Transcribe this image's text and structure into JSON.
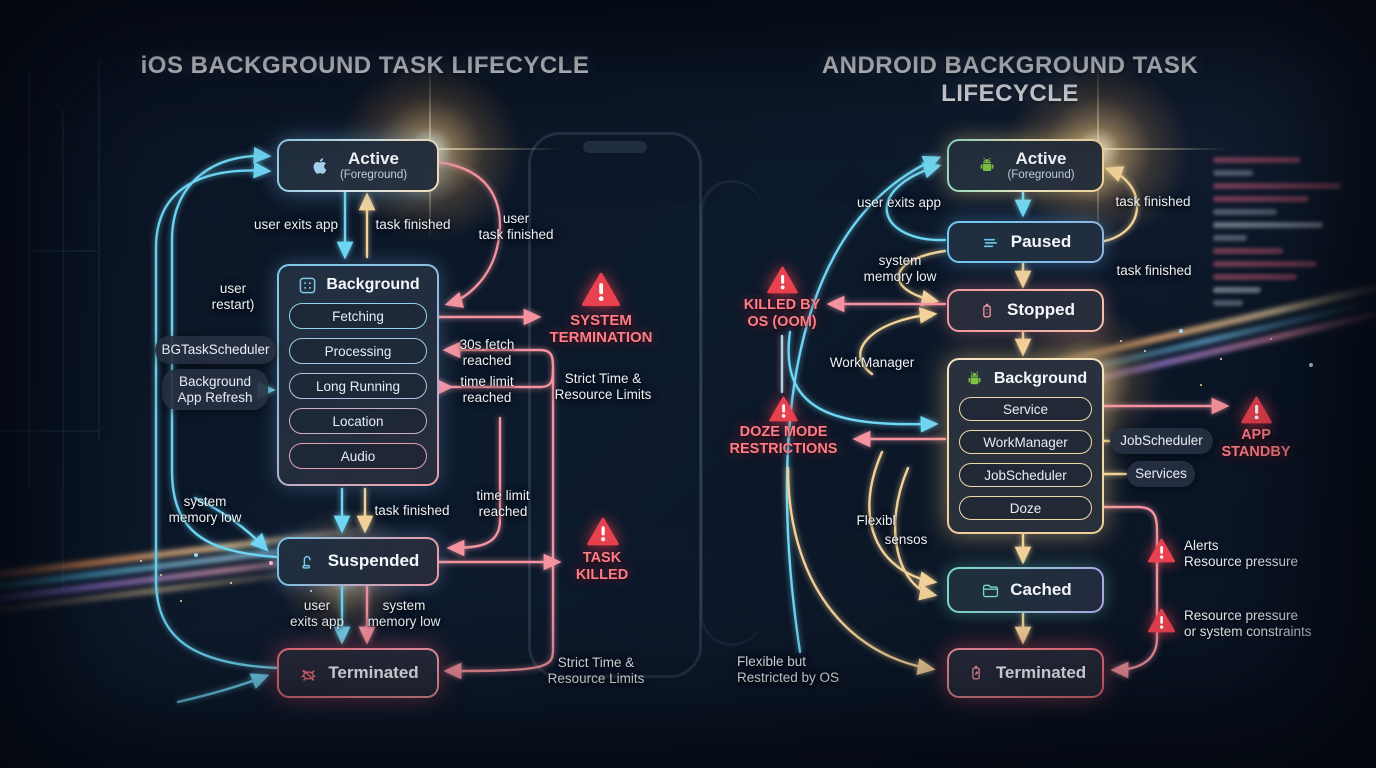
{
  "colors": {
    "accent_cyan": "#6fd6f4",
    "accent_amber": "#f2d299",
    "accent_pink": "#f4939f",
    "warning_red": "#e8414f",
    "android_green": "#7ec242",
    "apple_blue": "#a9d3ef",
    "background_navy": "#0d1a2c"
  },
  "left": {
    "title": "iOS BACKGROUND TASK LIFECYCLE",
    "active": {
      "label": "Active",
      "sublabel": "(Foreground)"
    },
    "background": {
      "label": "Background",
      "pills": [
        "Fetching",
        "Processing",
        "Long Running",
        "Location",
        "Audio"
      ]
    },
    "suspended": {
      "label": "Suspended"
    },
    "terminated": {
      "label": "Terminated"
    },
    "labels": {
      "user_exits_app": "user exits app",
      "task_finished": "task finished",
      "user_task_finished": "user\ntask finished",
      "user_restart": "user\nrestart)",
      "bg_task_scheduler": "BGTaskScheduler",
      "background_app_refresh": "Background\nApp Refresh",
      "fetch_reached": "30s fetch\nreached",
      "time_limit_reached": "time limit\nreached",
      "system_memory_low": "system\nmemory low",
      "task_finished_lower": "task finished",
      "time_limit_reached_lower": "time limit\nreached",
      "user_exits_app_lower": "user\nexits app",
      "system_memory_low_lower": "system\nmemory low",
      "strict_limits_upper": "Strict Time &\nResource Limits",
      "strict_limits_lower": "Strict Time &\nResource Limits"
    },
    "warnings": {
      "system_termination": "SYSTEM\nTERMINATION",
      "task_killed": "TASK\nKILLED"
    }
  },
  "right": {
    "title": "ANDROID BACKGROUND TASK LIFECYCLE",
    "active": {
      "label": "Active",
      "sublabel": "(Foreground)"
    },
    "paused": {
      "label": "Paused"
    },
    "stopped": {
      "label": "Stopped"
    },
    "background": {
      "label": "Background",
      "pills": [
        "Service",
        "WorkManager",
        "JobScheduler",
        "Doze"
      ]
    },
    "cached": {
      "label": "Cached"
    },
    "terminated": {
      "label": "Terminated"
    },
    "labels": {
      "user_exits_app": "user exits app",
      "task_finished_upper": "task finished",
      "system_memory_low": "system\nmemory low",
      "task_finished_lower": "task finished",
      "work_manager": "WorkManager",
      "job_scheduler_tag": "JobScheduler",
      "services_tag": "Services",
      "flexible": "Flexibl",
      "sensors": "sensos",
      "alerts_resource": "Alerts\nResource pressure",
      "resource_constraints": "Resource pressure\nor system constraints",
      "flexible_restricted": "Flexible but\nRestricted by OS"
    },
    "warnings": {
      "killed_by_os": "KILLED BY\nOS (OOM)",
      "doze_mode": "DOZE MODE\nRESTRICTIONS",
      "app_standby": "APP\nSTANDBY"
    }
  }
}
